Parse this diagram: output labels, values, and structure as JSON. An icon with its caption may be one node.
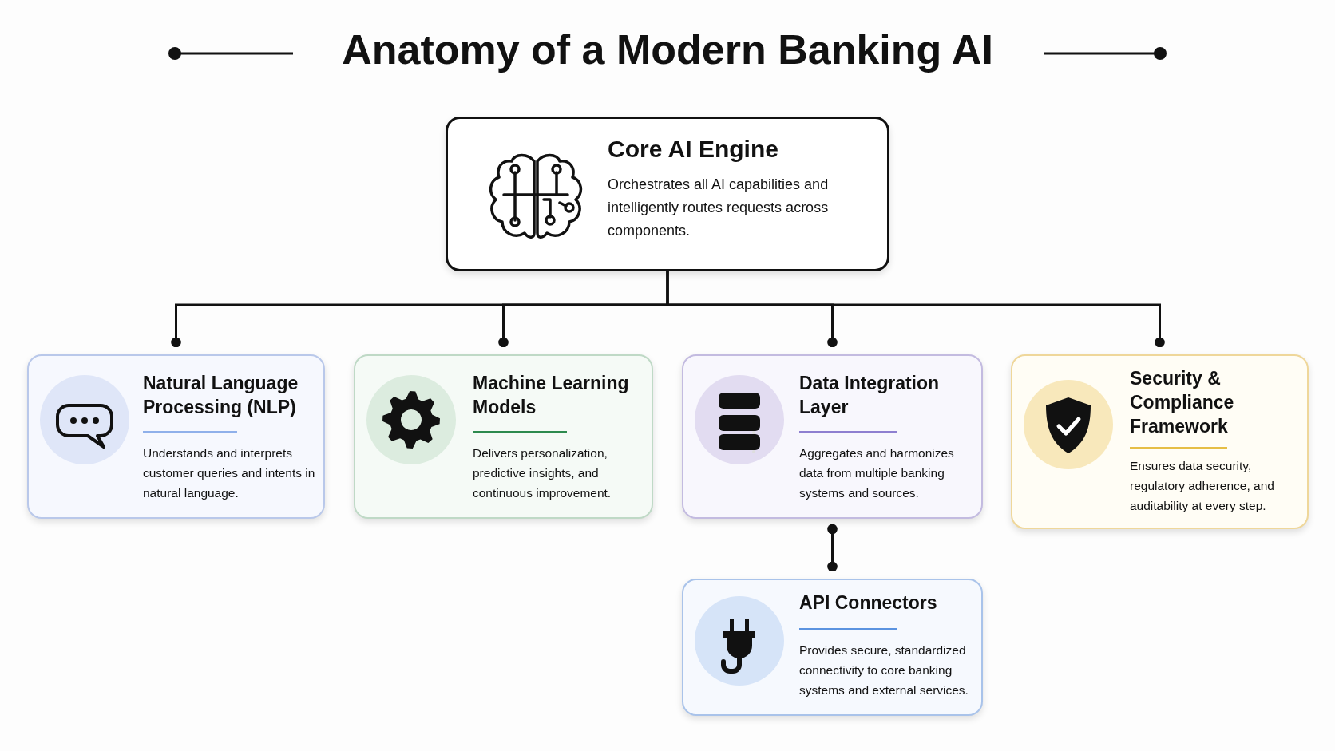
{
  "diagram": {
    "title": "Anatomy of a Modern Banking AI",
    "nodes": [
      {
        "text": [
          "Core AI Engine",
          "Orchestrates all AI capabilities and intelligently routes requests across components."
        ]
      },
      {
        "text": [
          "Natural Language Processing (NLP)",
          "Understands and interprets customer queries and intents in natural language."
        ]
      },
      {
        "text": [
          "Machine Learning Models",
          "Delivers personalization, predictive insights, and continuous improvement."
        ]
      },
      {
        "text": [
          "Data Integration Layer",
          "Aggregates and harmonizes data from multiple banking systems and sources."
        ]
      },
      {
        "text": [
          "Security & Compliance Framework",
          "Ensures data security, regulatory adherence, and auditability at every step."
        ]
      },
      {
        "text": [
          "API Connectors",
          "Provides secure, standardized connectivity to core banking systems and external services."
        ]
      }
    ],
    "edges": [
      {
        "from": 0,
        "to": 1,
        "arrow": "other"
      },
      {
        "from": 0,
        "to": 2,
        "arrow": "other"
      },
      {
        "from": 0,
        "to": 3,
        "arrow": "other"
      },
      {
        "from": 0,
        "to": 4,
        "arrow": "other"
      },
      {
        "from": 3,
        "to": 5,
        "arrow": "other"
      }
    ]
  }
}
